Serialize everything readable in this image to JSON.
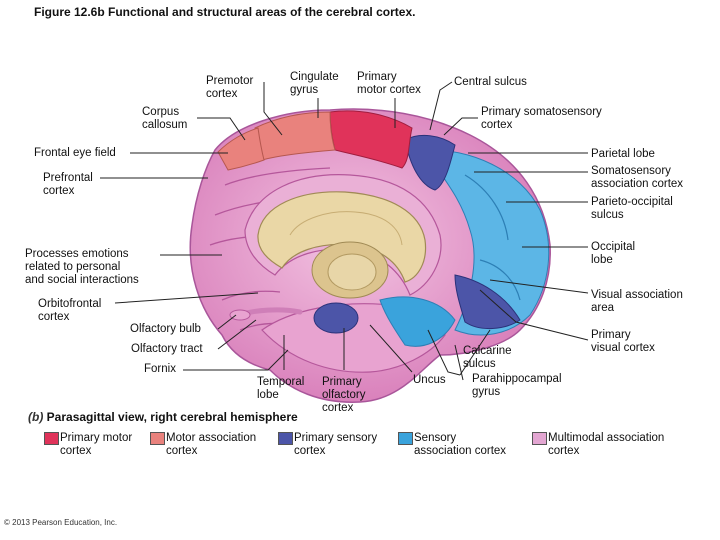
{
  "title": "Figure 12.6b  Functional and structural areas of the cerebral cortex.",
  "caption_letter": "(b)",
  "caption_text": "Parasagittal view, right cerebral hemisphere",
  "copyright": "© 2013 Pearson Education, Inc.",
  "labels": {
    "premotor": "Premotor\ncortex",
    "cingulate": "Cingulate\ngyrus",
    "primary_motor": "Primary\nmotor cortex",
    "central_sulcus": "Central sulcus",
    "corpus_callosum": "Corpus\ncallosum",
    "primary_somatosensory": "Primary somatosensory\ncortex",
    "frontal_eye_field": "Frontal eye field",
    "parietal_lobe": "Parietal lobe",
    "somatosensory_association": "Somatosensory\nassociation cortex",
    "prefrontal": "Prefrontal\ncortex",
    "parieto_occipital": "Parieto-occipital\nsulcus",
    "processes_emotions": "Processes emotions\nrelated to personal\nand social interactions",
    "occipital_lobe": "Occipital\nlobe",
    "orbitofrontal": "Orbitofrontal\ncortex",
    "visual_association": "Visual association\narea",
    "olfactory_bulb": "Olfactory bulb",
    "primary_visual": "Primary\nvisual cortex",
    "olfactory_tract": "Olfactory tract",
    "calcarine": "Calcarine\nsulcus",
    "fornix": "Fornix",
    "temporal_lobe": "Temporal\nlobe",
    "primary_olfactory": "Primary\nolfactory\ncortex",
    "uncus": "Uncus",
    "parahippocampal": "Parahippocampal\ngyrus"
  },
  "legend": [
    {
      "label": "Primary motor\ncortex",
      "color": "#e0335a"
    },
    {
      "label": "Motor association\ncortex",
      "color": "#e9827d"
    },
    {
      "label": "Primary sensory\ncortex",
      "color": "#4c55a8"
    },
    {
      "label": "Sensory\nassociation cortex",
      "color": "#3aa3dc"
    },
    {
      "label": "Multimodal association\ncortex",
      "color": "#e3a6d2"
    }
  ],
  "colors": {
    "multimodal": "#dd8fc6",
    "primary_motor": "#e0335a",
    "motor_association": "#e9827d",
    "primary_sensory": "#4c55a8",
    "sensory_association": "#3aa3dc",
    "corpus_callosum": "#ead7a6"
  }
}
